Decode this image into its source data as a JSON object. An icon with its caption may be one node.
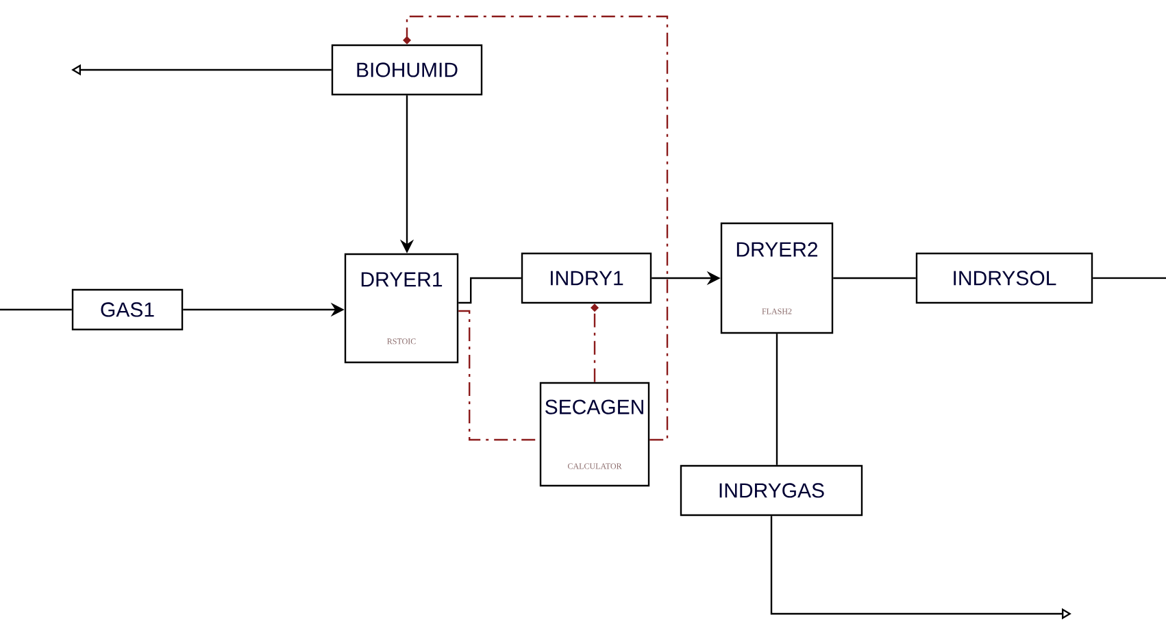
{
  "diagram": {
    "nodes": [
      {
        "text": [
          "BIOHUMID"
        ]
      },
      {
        "text": [
          "GAS1"
        ]
      },
      {
        "text": [
          "DRYER1",
          "RSTOIC"
        ]
      },
      {
        "text": [
          "INDRY1"
        ]
      },
      {
        "text": [
          "DRYER2",
          "FLASH2"
        ]
      },
      {
        "text": [
          "INDRYSOL"
        ]
      },
      {
        "text": [
          "SECAGEN",
          "CALCULATOR"
        ]
      },
      {
        "text": [
          "INDRYGAS"
        ]
      }
    ],
    "edges": [
      {
        "from": 0,
        "to": null,
        "arrow": "to"
      },
      {
        "from": 0,
        "to": 2,
        "arrow": "to"
      },
      {
        "from": null,
        "to": 1,
        "arrow": "none"
      },
      {
        "from": 1,
        "to": 2,
        "arrow": "to"
      },
      {
        "from": 2,
        "to": 3,
        "arrow": "none"
      },
      {
        "from": 3,
        "to": 4,
        "arrow": "to"
      },
      {
        "from": 4,
        "to": 5,
        "arrow": "none"
      },
      {
        "from": 5,
        "to": null,
        "arrow": "none"
      },
      {
        "from": 4,
        "to": 7,
        "arrow": "none"
      },
      {
        "from": 7,
        "to": null,
        "arrow": "to"
      },
      {
        "from": 6,
        "to": 3,
        "arrow": "other",
        "style": "dashed",
        "color": "#8b1a1a"
      },
      {
        "from": 6,
        "to": 0,
        "arrow": "other",
        "style": "dashed",
        "color": "#8b1a1a"
      },
      {
        "from": 2,
        "to": 6,
        "arrow": "none",
        "style": "dashed",
        "color": "#8b1a1a"
      }
    ]
  }
}
